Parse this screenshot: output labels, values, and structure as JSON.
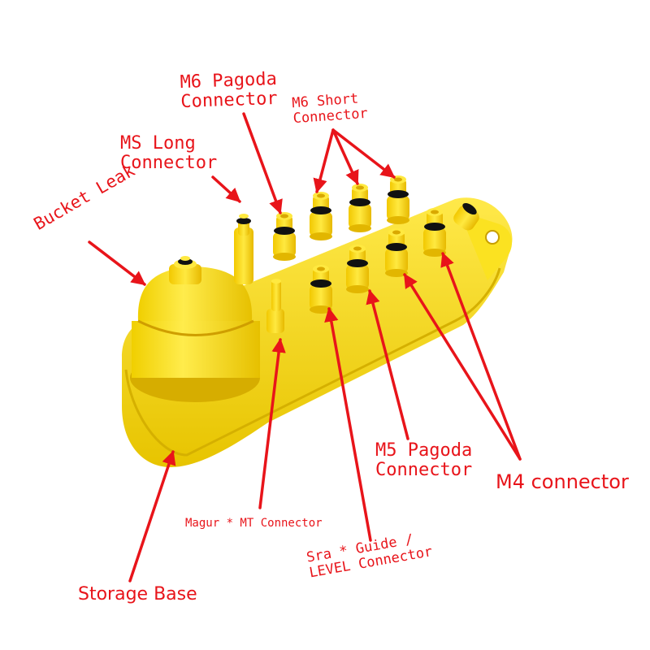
{
  "labels": {
    "bucket_leak": "Bucket Leak",
    "ms_long_line1": "MS Long",
    "ms_long_line2": "Connector",
    "m6_pagoda_line1": "M6 Pagoda",
    "m6_pagoda_line2": "Connector",
    "m6_short_line1": "M6 Short",
    "m6_short_line2": "Connector",
    "m5_pagoda_line1": "M5 Pagoda",
    "m5_pagoda_line2": "Connector",
    "m4_connector": "M4 connector",
    "magur_mt": "Magur * MT Connector",
    "sra_guide_line1": "Sra * Guide /",
    "sra_guide_line2": "LEVEL Connector",
    "storage_base": "Storage Base"
  },
  "colors": {
    "label_text": "#e8141a",
    "arrow": "#e8141a",
    "body_yellow": "#f7dc14",
    "body_shadow": "#e2bd00",
    "oring_black": "#111111",
    "background": "#ffffff"
  }
}
